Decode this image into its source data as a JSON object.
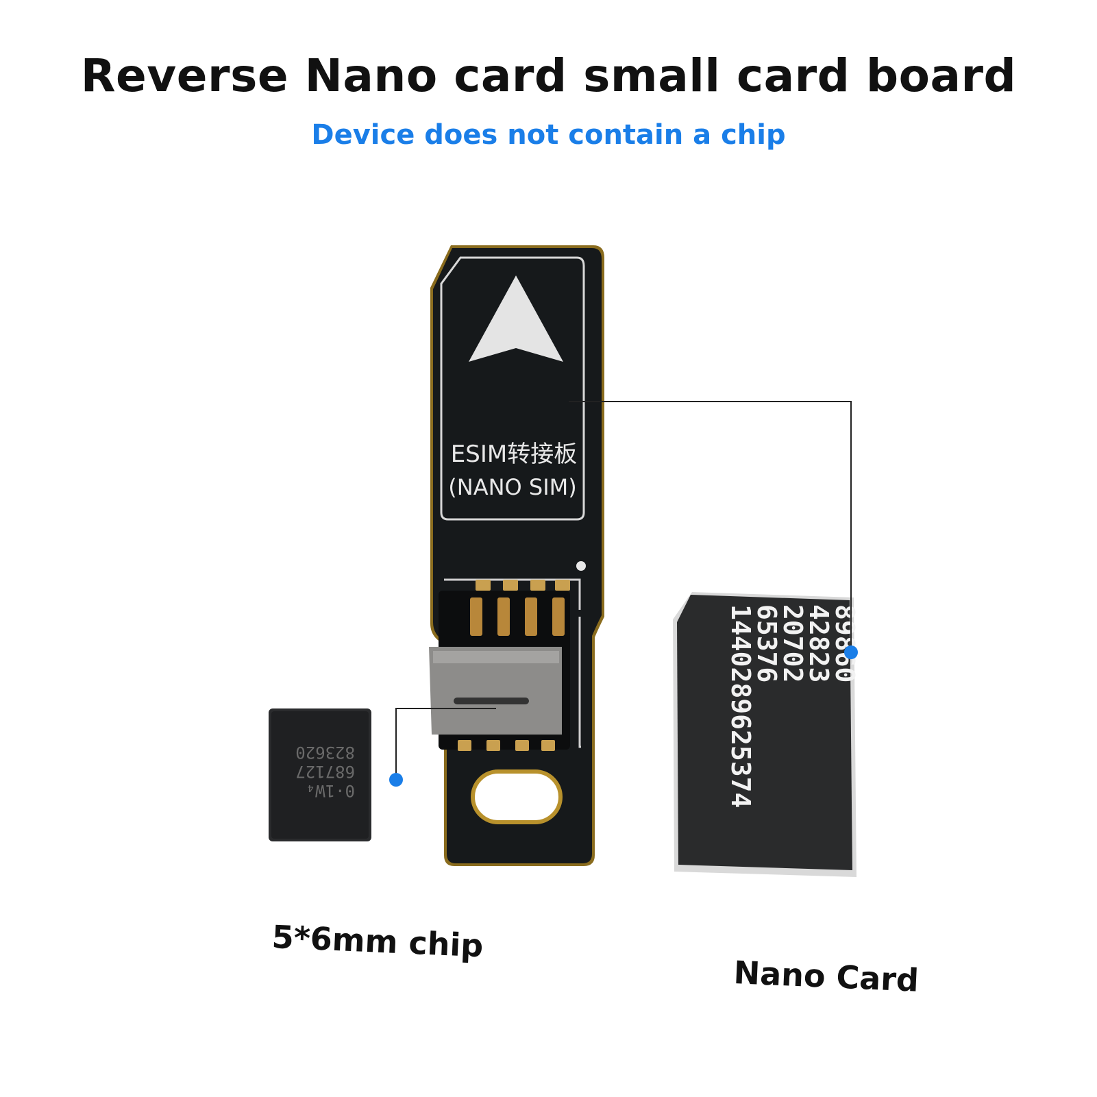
{
  "title": "Reverse Nano card small card board",
  "subtitle": "Device does not contain a chip",
  "colors": {
    "accent": "#1a7ee8",
    "board": "#16191b",
    "board_edge": "#9a7a22",
    "silk": "#e8e8e8"
  },
  "board": {
    "silk_line1": "ESIM转接板",
    "silk_line2": "(NANO SIM)"
  },
  "chip": {
    "marking_lines": [
      "0·1W₄",
      "687127",
      "823620"
    ]
  },
  "nano_card": {
    "number_lines": [
      "89860",
      "42823",
      "20702",
      "65376",
      "1440289625374"
    ]
  },
  "labels": {
    "chip": "5*6mm chip",
    "card": "Nano Card"
  }
}
